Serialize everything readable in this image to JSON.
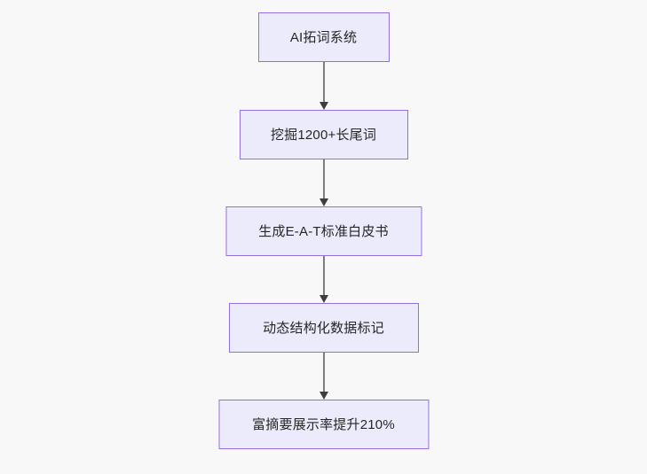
{
  "diagram": {
    "type": "flowchart",
    "direction": "top-to-bottom",
    "background_color": "#f8f8f8",
    "node_fill_color": "#ecebfc",
    "node_border_color": "#9370db",
    "node_text_color": "#262626",
    "connector_color": "#7d7d7d",
    "arrowhead_color": "#3d3d3d",
    "nodes": [
      {
        "id": "n0",
        "label": "AI拓词系统"
      },
      {
        "id": "n1",
        "label": "挖掘1200+长尾词"
      },
      {
        "id": "n2",
        "label": "生成E-A-T标准白皮书"
      },
      {
        "id": "n3",
        "label": "动态结构化数据标记"
      },
      {
        "id": "n4",
        "label": "富摘要展示率提升210%"
      }
    ],
    "edges": [
      {
        "id": "e0",
        "from": "n0",
        "to": "n1",
        "label": ""
      },
      {
        "id": "e1",
        "from": "n1",
        "to": "n2",
        "label": ""
      },
      {
        "id": "e2",
        "from": "n2",
        "to": "n3",
        "label": ""
      },
      {
        "id": "e3",
        "from": "n3",
        "to": "n4",
        "label": ""
      }
    ]
  }
}
